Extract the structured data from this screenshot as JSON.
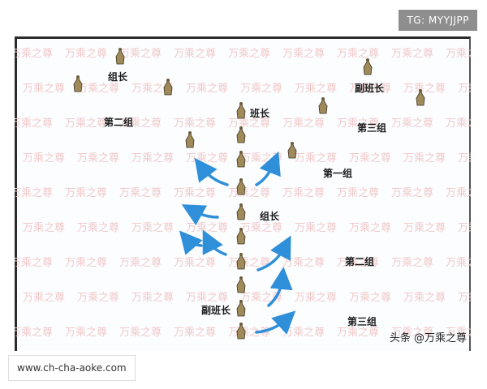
{
  "badge": "TG: MYYJJPP",
  "footer_url": "www.ch-cha-aoke.com",
  "credit": "头条 @万乘之尊",
  "watermark_text": "万乘之尊",
  "labels": {
    "zuzhang_top": "组长",
    "fubanzhang_top": "副班长",
    "di2zu_left": "第二组",
    "banzhang": "班长",
    "di3zu_right_top": "第三组",
    "di1zu": "第一组",
    "zuzhang_mid": "组长",
    "di2zu_right": "第二组",
    "fubanzhang_bottom": "副班长",
    "di3zu_right_bottom": "第三组"
  },
  "colors": {
    "arrow": "#2f8fd8",
    "soldier": "#a08a5a",
    "watermark": "#f1c9c9"
  },
  "icons": {
    "soldier": "soldier-icon",
    "arrow": "movement-arrow-icon"
  }
}
